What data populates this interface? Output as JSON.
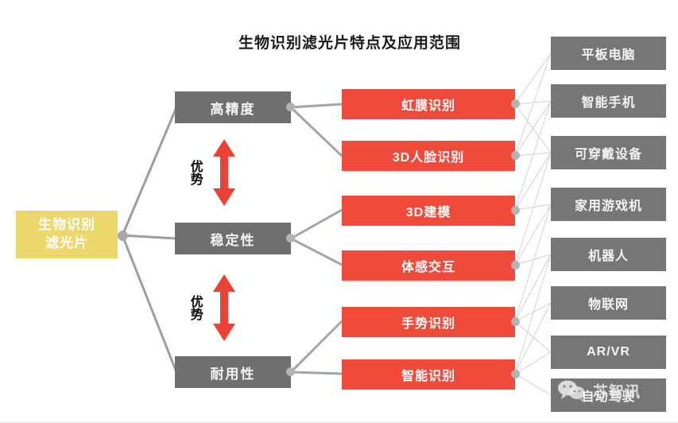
{
  "title": "生物识别滤光片特点及应用范围",
  "root": {
    "line1": "生物识别",
    "line2": "滤光片",
    "color": "#ecd76a"
  },
  "features": [
    {
      "label": "高精度"
    },
    {
      "label": "稳定性"
    },
    {
      "label": "耐用性"
    }
  ],
  "feature_color": "#6f6f6f",
  "advantages": [
    {
      "label": "优势"
    },
    {
      "label": "优势"
    }
  ],
  "advantage_arrow_color": "#ee4136",
  "applications": [
    {
      "label": "虹膜识别"
    },
    {
      "label": "3D人脸识别"
    },
    {
      "label": "3D建模"
    },
    {
      "label": "体感交互"
    },
    {
      "label": "手势识别"
    },
    {
      "label": "智能识别"
    }
  ],
  "application_color": "#ef4a3a",
  "markets": [
    {
      "label": "平板电脑"
    },
    {
      "label": "智能手机"
    },
    {
      "label": "可穿戴设备"
    },
    {
      "label": "家用游戏机"
    },
    {
      "label": "机器人"
    },
    {
      "label": "物联网"
    },
    {
      "label": "AR/VR"
    },
    {
      "label": "自动驾驶"
    }
  ],
  "market_color": "#767676",
  "watermark": {
    "text": "芯智讯",
    "icon": "wechat-icon"
  },
  "connector_color": "#9e9e9e",
  "thin_connector_color": "#d9d9d9"
}
